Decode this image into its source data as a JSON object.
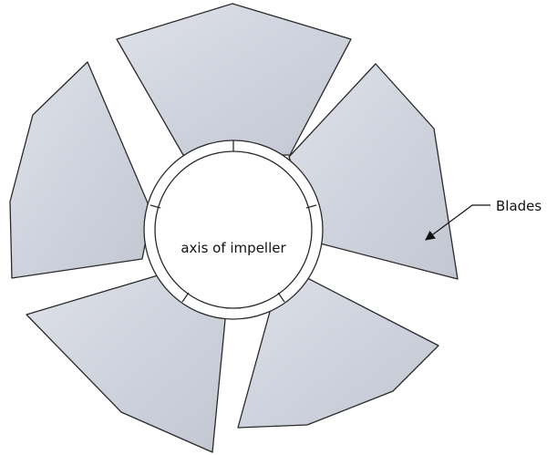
{
  "diagram": {
    "hub_label": "axis of impeller",
    "blades_label": "Blades",
    "blade_count": 5,
    "colors": {
      "blade_fill_light": "#dde1ea",
      "blade_fill_dark": "#c3c8d3",
      "outline": "#2a2a2a",
      "background": "#ffffff"
    }
  }
}
